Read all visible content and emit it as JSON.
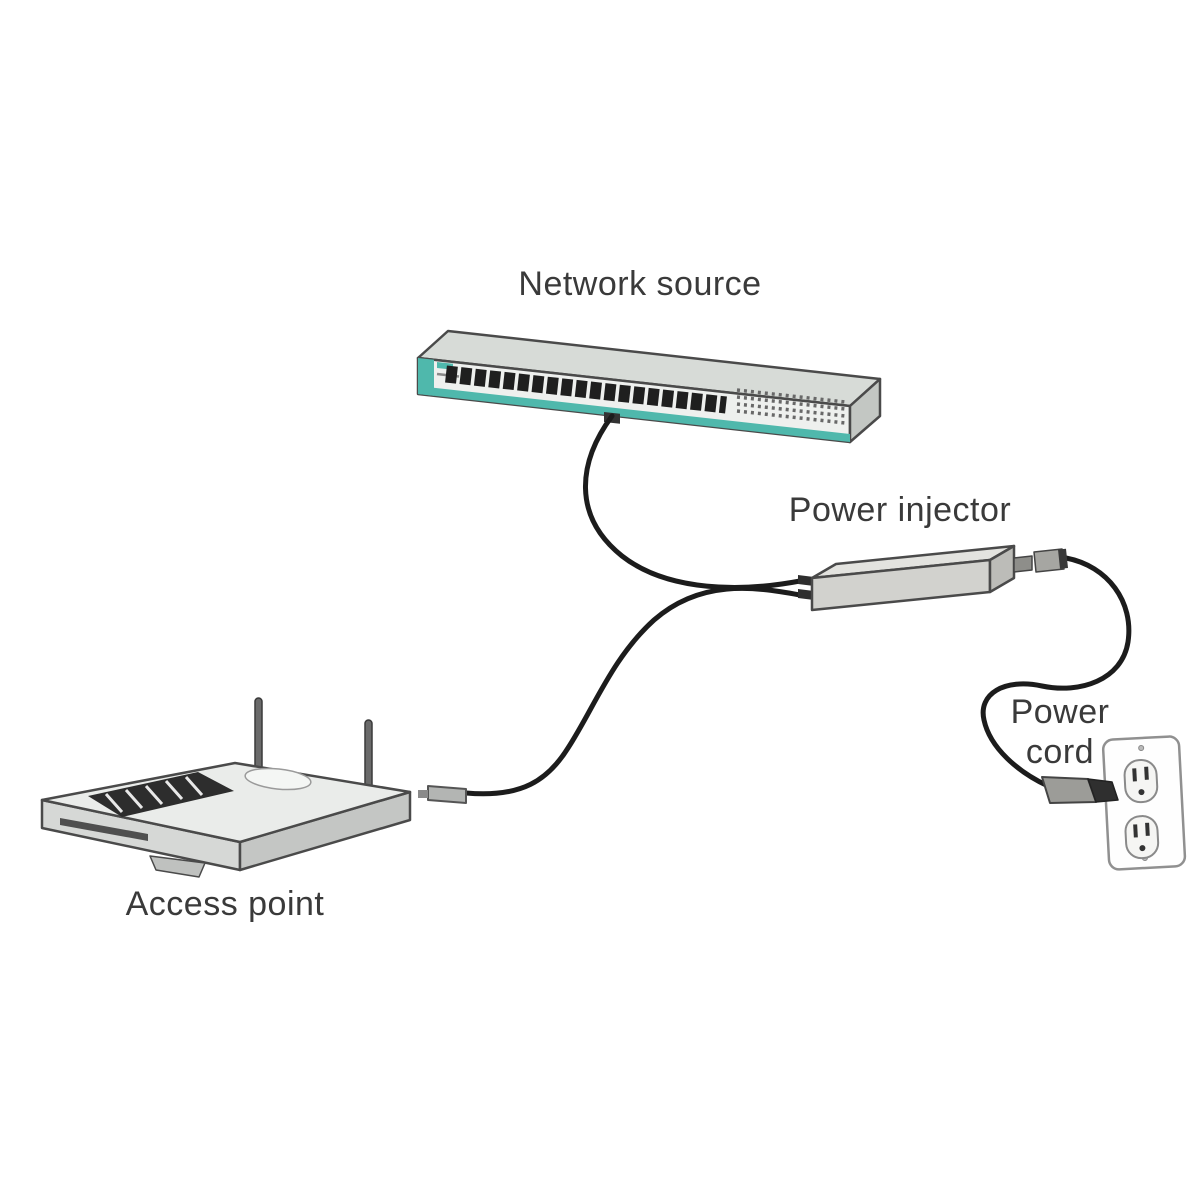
{
  "diagram": {
    "labels": {
      "network_source": "Network source",
      "power_injector": "Power injector",
      "power_line1": "Power",
      "power_line2": "cord",
      "access_point": "Access point"
    },
    "colors": {
      "switch_teal": "#4fb8ac",
      "cable": "#1c1c1c",
      "device_light": "#eaecea",
      "label_text": "#3a3a3a"
    }
  }
}
